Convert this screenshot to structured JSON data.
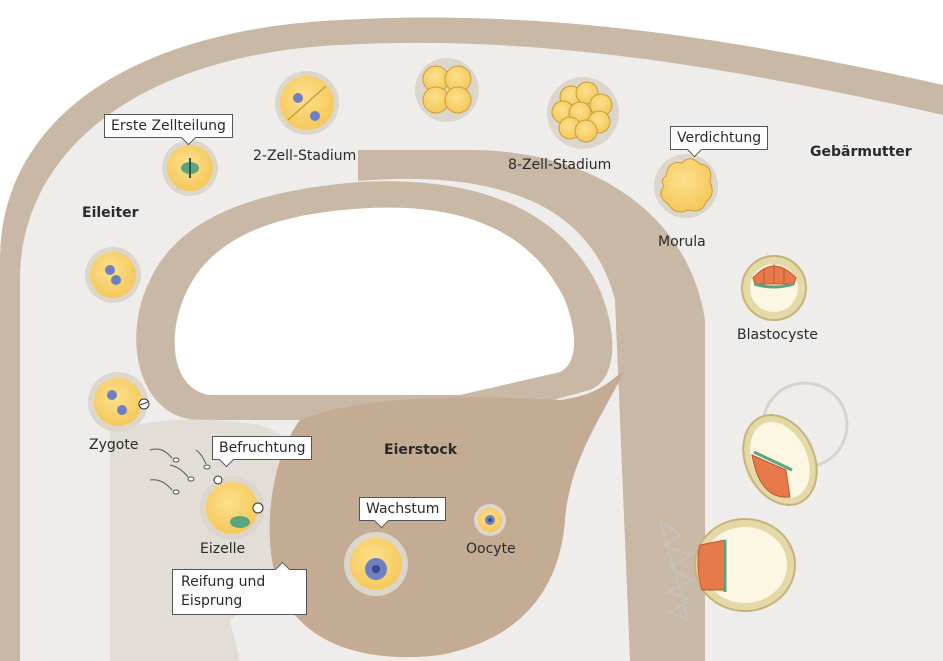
{
  "regions": {
    "oviduct": "Eileiter",
    "uterus": "Gebärmutter",
    "ovary": "Eierstock"
  },
  "stages": {
    "two_cell": "2-Zell-Stadium",
    "eight_cell": "8-Zell-Stadium",
    "morula": "Morula",
    "blastocyst": "Blastocyste",
    "zygote": "Zygote",
    "egg_cell": "Eizelle",
    "oocyte": "Oocyte"
  },
  "callouts": {
    "first_division": "Erste Zellteilung",
    "compaction": "Verdichtung",
    "fertilization": "Befruchtung",
    "growth": "Wachstum",
    "maturation": "Reifung und Eisprung"
  },
  "colors": {
    "tissue_wall": "#c9b8a6",
    "tube_lumen": "#efedeb",
    "ovary_fill": "#c4ab93",
    "cell_yellow": "#fcd876",
    "cell_border": "#ddd6cb",
    "nucleus_blue": "#6f7fc2",
    "spindle_green": "#5aa57d",
    "embryoblast_orange": "#e8794a"
  }
}
